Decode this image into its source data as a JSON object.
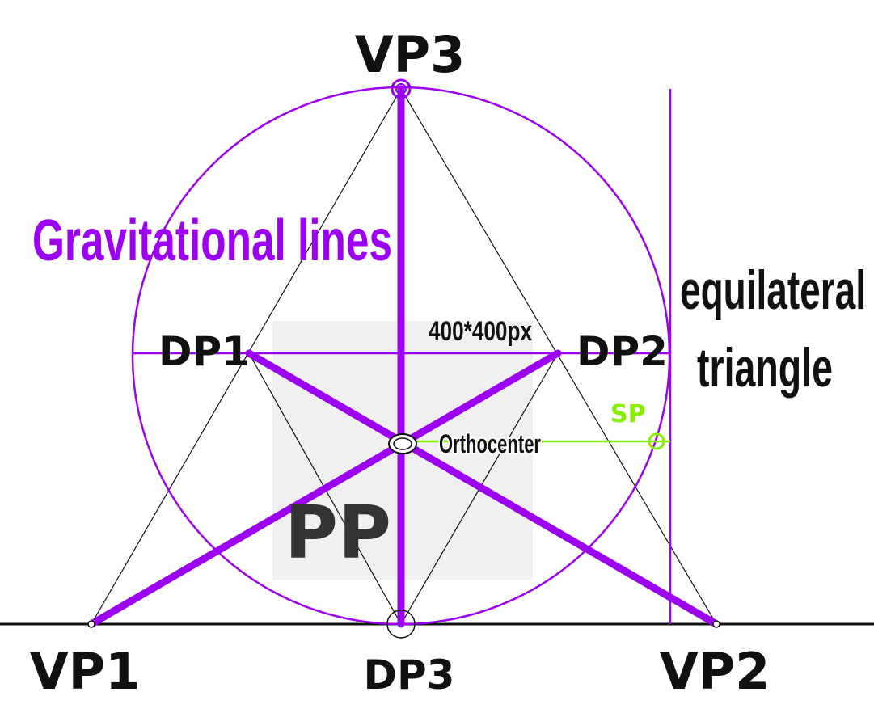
{
  "labels": {
    "vp1": "VP1",
    "vp2": "VP2",
    "vp3": "VP3",
    "dp1": "DP1",
    "dp2": "DP2",
    "dp3": "DP3",
    "sp": "SP",
    "orthocenter": "Orthocenter",
    "pp": "PP",
    "size": "400*400px",
    "title": "Gravitational  lines",
    "triangle_line1": "equilateral",
    "triangle_line2": "triangle"
  },
  "colors": {
    "purple": "#9b00f0",
    "sp_green": "#88ee00",
    "pp_fill": "#f0f0f0",
    "ink": "#111111",
    "pp_text": "#333333"
  }
}
